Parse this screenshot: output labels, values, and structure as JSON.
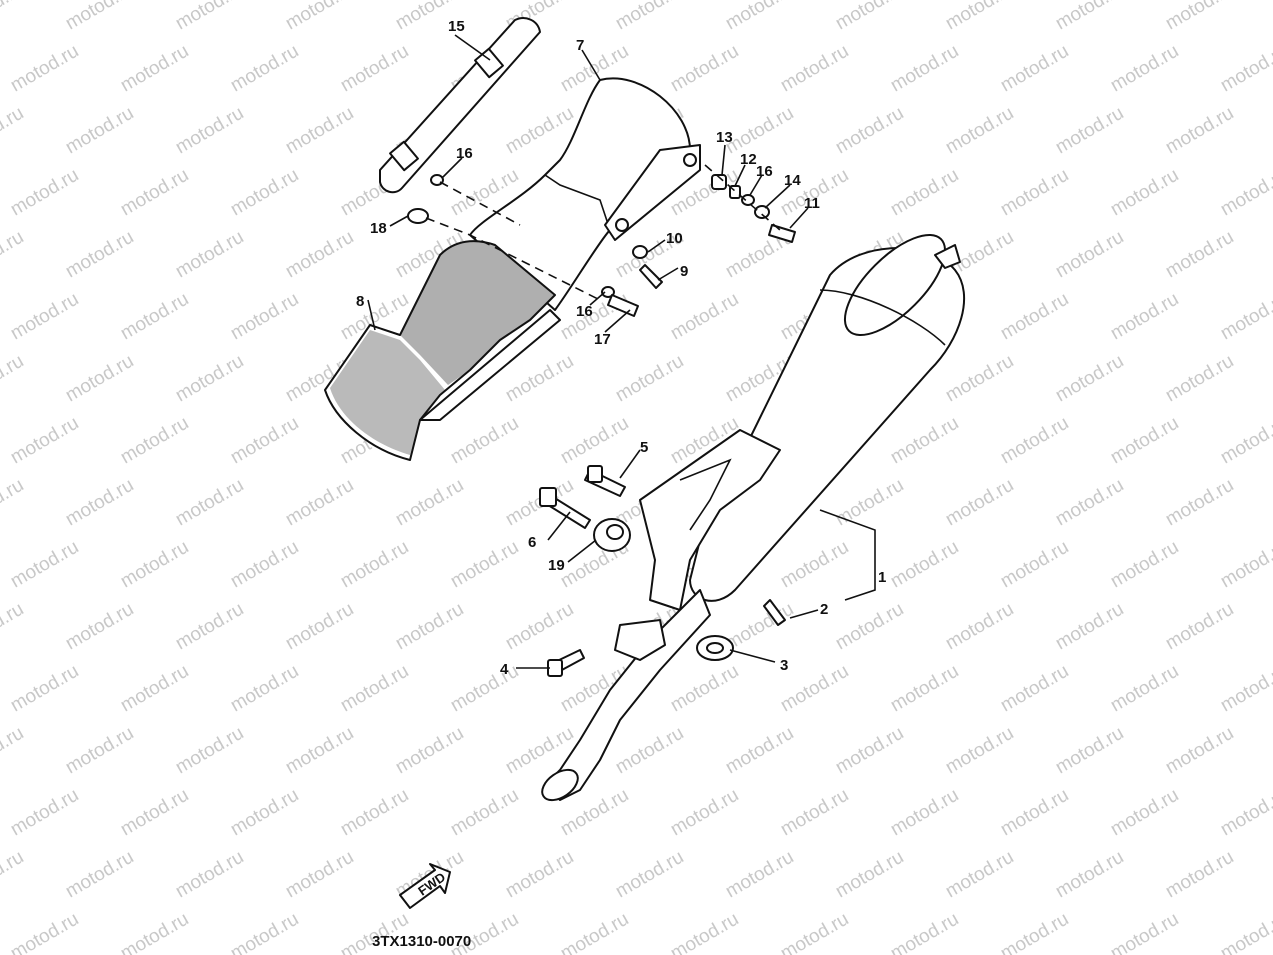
{
  "watermark": {
    "text": "motod.ru"
  },
  "callouts": [
    {
      "id": "1",
      "text": "1"
    },
    {
      "id": "2",
      "text": "2"
    },
    {
      "id": "3",
      "text": "3"
    },
    {
      "id": "4",
      "text": "4"
    },
    {
      "id": "5",
      "text": "5"
    },
    {
      "id": "6",
      "text": "6"
    },
    {
      "id": "7",
      "text": "7"
    },
    {
      "id": "8",
      "text": "8"
    },
    {
      "id": "9",
      "text": "9"
    },
    {
      "id": "10",
      "text": "10"
    },
    {
      "id": "11",
      "text": "11"
    },
    {
      "id": "12",
      "text": "12"
    },
    {
      "id": "13",
      "text": "13"
    },
    {
      "id": "14",
      "text": "14"
    },
    {
      "id": "15",
      "text": "15"
    },
    {
      "id": "16a",
      "text": "16"
    },
    {
      "id": "16b",
      "text": "16"
    },
    {
      "id": "16c",
      "text": "16"
    },
    {
      "id": "17",
      "text": "17"
    },
    {
      "id": "18",
      "text": "18"
    },
    {
      "id": "19",
      "text": "19"
    }
  ],
  "fwd_label": "FWD",
  "diagram_code": "3TX1310-0070"
}
